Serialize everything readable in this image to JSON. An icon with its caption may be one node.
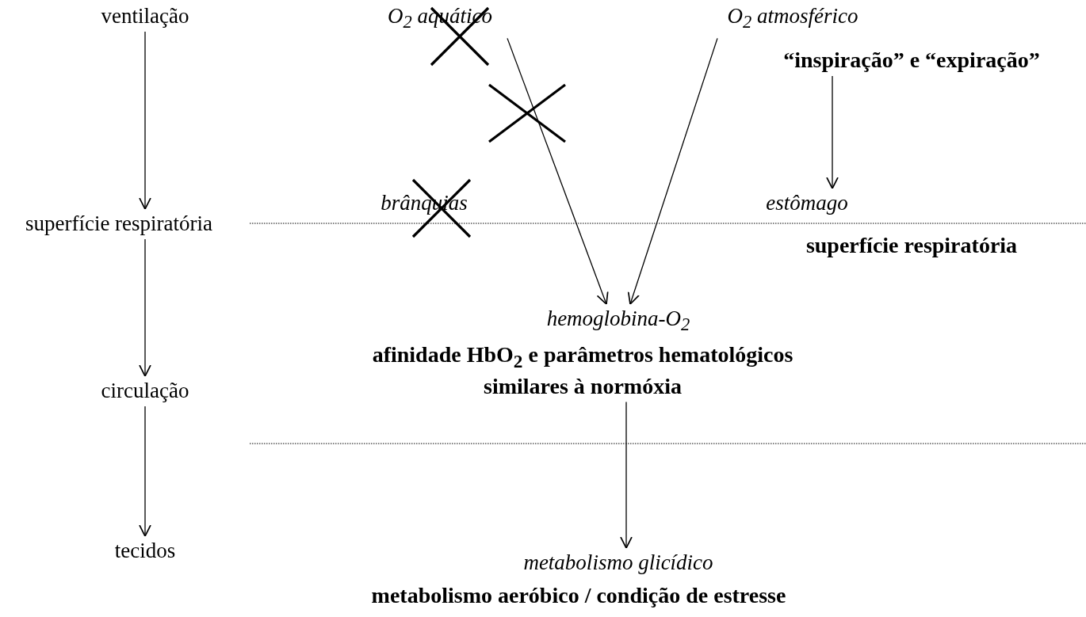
{
  "diagram": {
    "nodes": [
      {
        "text": [
          "ventilação"
        ]
      },
      {
        "text": [
          "superfície respiratória"
        ]
      },
      {
        "text": [
          "circulação"
        ]
      },
      {
        "text": [
          "tecidos"
        ]
      },
      {
        "text": [
          "O$_{2}$ aquático"
        ]
      },
      {
        "text": [
          "O$_{2}$ atmosférico"
        ]
      },
      {
        "text": [
          "“inspiração” e “expiração”"
        ]
      },
      {
        "text": [
          "brânquias"
        ]
      },
      {
        "text": [
          "estômago"
        ]
      },
      {
        "text": [
          "superfície respiratória"
        ]
      },
      {
        "text": [
          "hemoglobina-O$_{2}$"
        ]
      },
      {
        "text": [
          "afinidade HbO$_{2}$ e parâmetros hematológicos similares à normóxia"
        ]
      },
      {
        "text": [
          "metabolismo glicídico"
        ]
      },
      {
        "text": [
          "metabolismo aeróbico / condição de estresse"
        ]
      }
    ],
    "edges": [
      {
        "from": 0,
        "to": 1,
        "arrow": "to"
      },
      {
        "from": 1,
        "to": 2,
        "arrow": "to"
      },
      {
        "from": 2,
        "to": 3,
        "arrow": "to"
      },
      {
        "from": 4,
        "to": 10,
        "arrow": "to"
      },
      {
        "from": 5,
        "to": 10,
        "arrow": "to"
      },
      {
        "from": 6,
        "to": 8,
        "arrow": "to"
      },
      {
        "from": 11,
        "to": 12,
        "arrow": "to"
      }
    ]
  }
}
